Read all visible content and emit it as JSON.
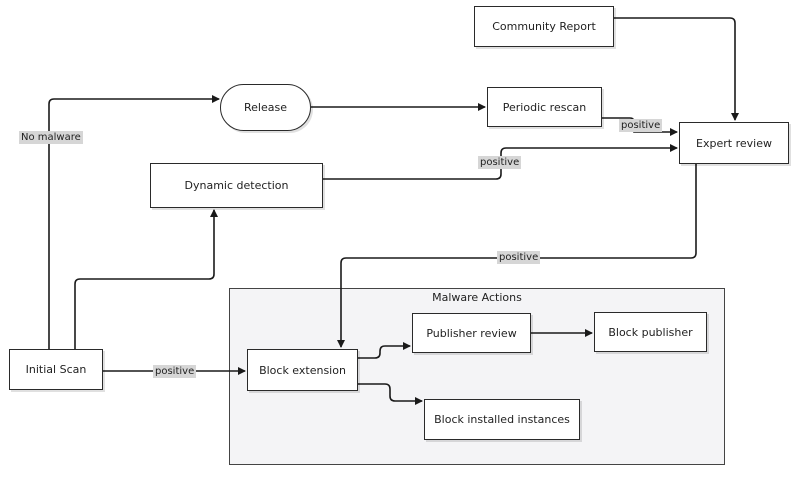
{
  "diagram": {
    "group": {
      "title": "Malware Actions"
    },
    "nodes": {
      "community_report": "Community Report",
      "release": "Release",
      "periodic_rescan": "Periodic rescan",
      "expert_review": "Expert review",
      "dynamic_detection": "Dynamic detection",
      "initial_scan": "Initial Scan",
      "block_extension": "Block extension",
      "publisher_review": "Publisher review",
      "block_publisher": "Block publisher",
      "block_installed": "Block installed instances"
    },
    "edge_labels": {
      "no_malware": "No malware",
      "positive_rescan": "positive",
      "positive_dynamic": "positive",
      "positive_expert": "positive",
      "positive_initial": "positive"
    },
    "colors": {
      "stroke": "#1a1a1a",
      "label_bg": "#d6d6d6",
      "group_bg": "#f4f4f6"
    }
  }
}
